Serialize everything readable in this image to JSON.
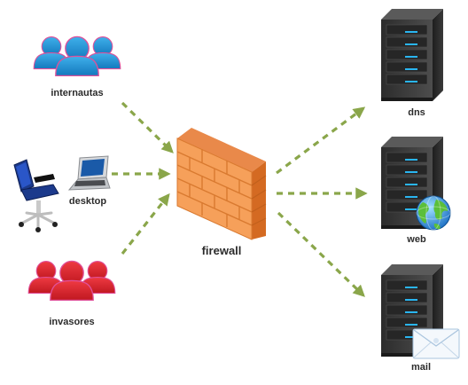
{
  "nodes": {
    "internautas": {
      "label": "internautas",
      "icon": "users-group-icon",
      "color": "#1a8fd0"
    },
    "desktop": {
      "label": "desktop",
      "icon": "office-chair-laptop-icon"
    },
    "invasores": {
      "label": "invasores",
      "icon": "users-group-icon",
      "color": "#d9262e"
    },
    "firewall": {
      "label": "firewall",
      "icon": "brick-wall-icon",
      "color": "#f08a3c"
    },
    "dns": {
      "label": "dns",
      "icon": "server-tower-icon"
    },
    "web": {
      "label": "web",
      "icon": "server-tower-globe-icon"
    },
    "mail": {
      "label": "mail",
      "icon": "server-tower-envelope-icon"
    }
  },
  "edges": [
    {
      "from": "internautas",
      "to": "firewall"
    },
    {
      "from": "desktop",
      "to": "firewall"
    },
    {
      "from": "invasores",
      "to": "firewall"
    },
    {
      "from": "firewall",
      "to": "dns"
    },
    {
      "from": "firewall",
      "to": "web"
    },
    {
      "from": "firewall",
      "to": "mail"
    }
  ],
  "colors": {
    "arrow": "#8aa64a"
  }
}
